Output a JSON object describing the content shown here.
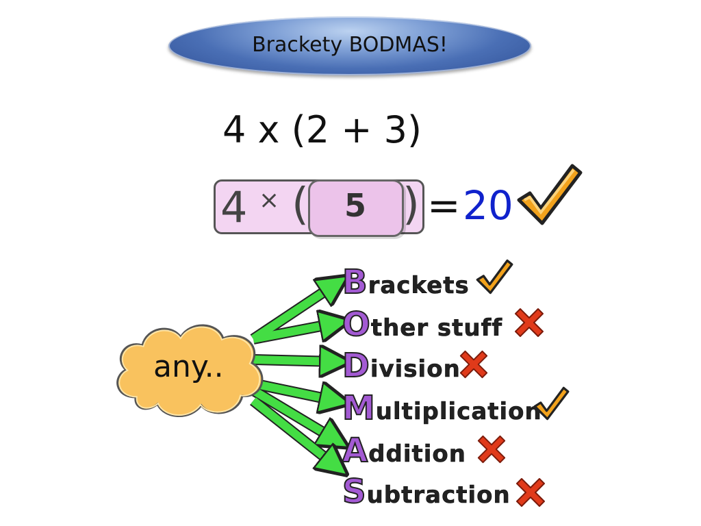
{
  "title": "Brackety BODMAS!",
  "expression": "4 x (2 + 3)",
  "worked": {
    "four": "4",
    "times": "×",
    "open": "(",
    "inner": "5",
    "close": ")",
    "equals": "=",
    "answer": "20"
  },
  "cloud": "any..",
  "bodmas": [
    {
      "cap": "B",
      "rest": "rackets",
      "mark": "tick"
    },
    {
      "cap": "O",
      "rest": "ther stuff",
      "mark": "cross"
    },
    {
      "cap": "D",
      "rest": "ivision",
      "mark": "cross"
    },
    {
      "cap": "M",
      "rest": "ultiplication",
      "mark": "tick"
    },
    {
      "cap": "A",
      "rest": "ddition",
      "mark": "cross"
    },
    {
      "cap": "S",
      "rest": "ubtraction",
      "mark": "cross"
    }
  ],
  "colors": {
    "cap_letter": "#a35ad3",
    "answer": "#1022cc",
    "arrow": "#44dd44",
    "cross": "#e03a1a",
    "tick": "#f2a21c"
  }
}
